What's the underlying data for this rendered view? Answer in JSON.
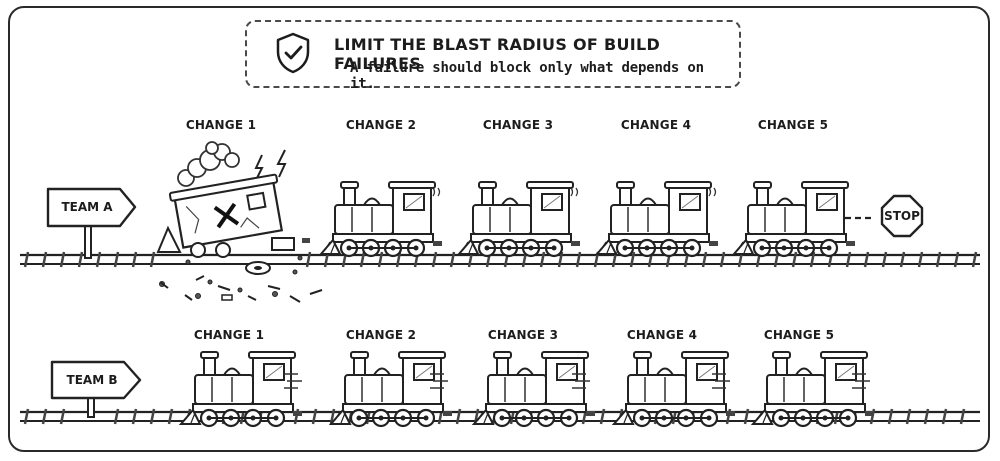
{
  "header": {
    "title": "LIMIT THE BLAST RADIUS OF BUILD FAILURES",
    "subtitle": "A failure should block only what depends on it.",
    "icon": "shield-check-icon"
  },
  "team_a": {
    "sign": "TEAM A",
    "changes": [
      {
        "label": "CHANGE 1",
        "state": "crashed"
      },
      {
        "label": "CHANGE 2",
        "state": "blocked"
      },
      {
        "label": "CHANGE 3",
        "state": "blocked"
      },
      {
        "label": "CHANGE 4",
        "state": "blocked"
      },
      {
        "label": "CHANGE 5",
        "state": "blocked"
      }
    ],
    "stop_sign": "STOP"
  },
  "team_b": {
    "sign": "TEAM B",
    "changes": [
      {
        "label": "CHANGE 1",
        "state": "moving"
      },
      {
        "label": "CHANGE 2",
        "state": "moving"
      },
      {
        "label": "CHANGE 3",
        "state": "moving"
      },
      {
        "label": "CHANGE 4",
        "state": "moving"
      },
      {
        "label": "CHANGE 5",
        "state": "moving"
      }
    ]
  }
}
